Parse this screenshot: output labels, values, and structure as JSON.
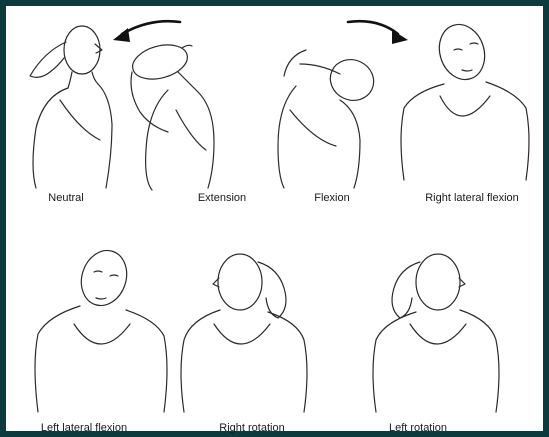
{
  "figures": [
    {
      "label": "Neutral"
    },
    {
      "label": "Extension"
    },
    {
      "label": "Flexion"
    },
    {
      "label": "Right lateral flexion"
    },
    {
      "label": "Left lateral flexion"
    },
    {
      "label": "Right rotation"
    },
    {
      "label": "Left rotation"
    }
  ],
  "colors": {
    "frame": "#0d3b3d",
    "line": "#2b2b2b"
  },
  "icons": [
    "arrow-left-curved-icon",
    "arrow-right-curved-icon"
  ]
}
